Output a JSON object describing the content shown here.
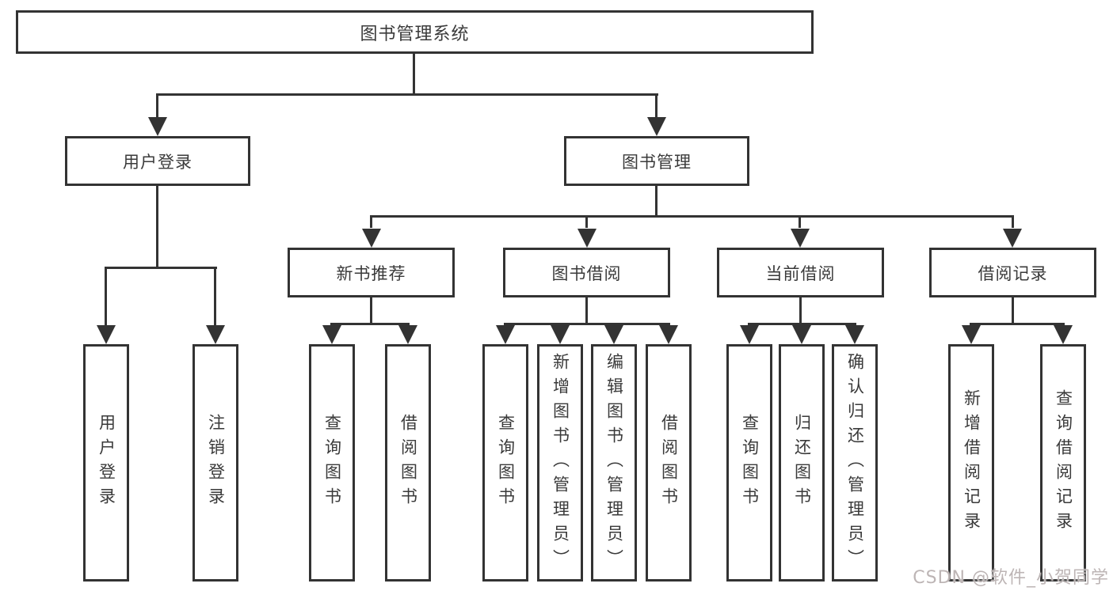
{
  "tree": {
    "label": "图书管理系统",
    "children": [
      {
        "label": "用户登录",
        "children": [
          {
            "label": "用户登录"
          },
          {
            "label": "注销登录"
          }
        ]
      },
      {
        "label": "图书管理",
        "children": [
          {
            "label": "新书推荐",
            "children": [
              {
                "label": "查询图书"
              },
              {
                "label": "借阅图书"
              }
            ]
          },
          {
            "label": "图书借阅",
            "children": [
              {
                "label": "查询图书"
              },
              {
                "label": "新增图书（管理员）"
              },
              {
                "label": "编辑图书（管理员）"
              },
              {
                "label": "借阅图书"
              }
            ]
          },
          {
            "label": "当前借阅",
            "children": [
              {
                "label": "查询图书"
              },
              {
                "label": "归还图书"
              },
              {
                "label": "确认归还（管理员）"
              }
            ]
          },
          {
            "label": "借阅记录",
            "children": [
              {
                "label": "新增借阅记录"
              },
              {
                "label": "查询借阅记录"
              }
            ]
          }
        ]
      }
    ]
  },
  "watermark": "CSDN @软件_小贺同学",
  "colors": {
    "line": "#333333",
    "text": "#3a3a3a",
    "box_fill": "#ffffff",
    "background": "#ffffff",
    "watermark": "#bdb5b5"
  }
}
